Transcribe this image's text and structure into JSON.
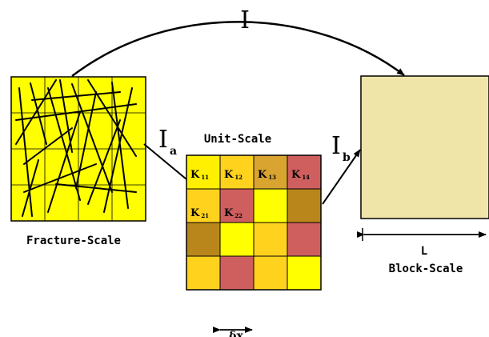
{
  "labels": {
    "transfer_main": "I",
    "transfer_a_symbol": "I",
    "transfer_a_sub": "a",
    "transfer_b_symbol": "I",
    "transfer_b_sub": "b",
    "fracture_scale": "Fracture-Scale",
    "unit_scale": "Unit-Scale",
    "block_scale": "Block-Scale",
    "block_length": "L",
    "cell_size": "δx"
  },
  "k_labels": [
    {
      "main": "K",
      "sub": "11"
    },
    {
      "main": "K",
      "sub": "12"
    },
    {
      "main": "K",
      "sub": "13"
    },
    {
      "main": "K",
      "sub": "14"
    },
    {
      "main": "K",
      "sub": "21"
    },
    {
      "main": "K",
      "sub": "22"
    }
  ],
  "unit_grid_colors": [
    [
      "#ffef00",
      "#ffd21e",
      "#d9a430",
      "#cf5f5f"
    ],
    [
      "#ffd21e",
      "#cf5f5f",
      "#ffff00",
      "#b8861a"
    ],
    [
      "#b8861a",
      "#ffff00",
      "#ffd21e",
      "#cf5f5f"
    ],
    [
      "#ffd21e",
      "#cf5f5f",
      "#ffd21e",
      "#ffff00"
    ]
  ],
  "colors": {
    "fracture_fill": "#ffff00",
    "block_fill": "#efe5a8",
    "line": "#000000"
  }
}
